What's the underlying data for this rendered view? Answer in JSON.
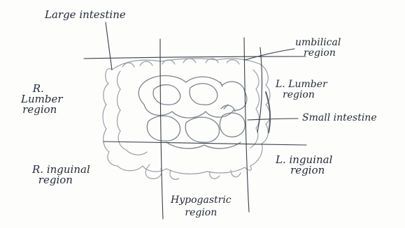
{
  "labels": {
    "large_intestine": "Large intestine",
    "umbilical_region": [
      "umbilical",
      "region"
    ],
    "right_lumbar_region": [
      "R.",
      "Lumber",
      "region"
    ],
    "left_lumbar_region": [
      "L. Lumber",
      "region"
    ],
    "small_intestine": "Small intestine",
    "right_inguinal_region": [
      "R. inguinal",
      "region"
    ],
    "left_inguinal_region": [
      "L. inguinal",
      "region"
    ],
    "hypogastric_region": [
      "Hypogastric",
      "region"
    ]
  },
  "colors": {
    "ink": "#262a38",
    "pencil": "#6b6f78",
    "pencil_light": "#9a9ea6",
    "paper": "#fdfdfc"
  }
}
